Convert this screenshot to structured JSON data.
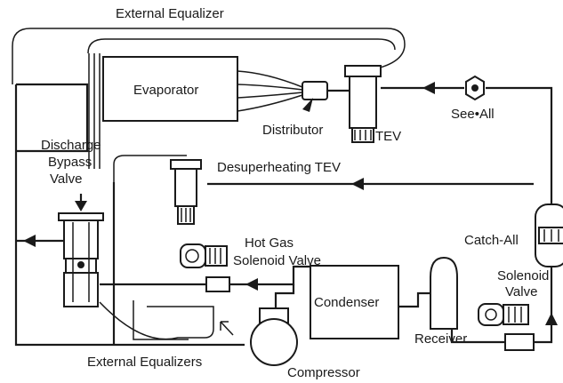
{
  "labels": {
    "external_equalizer": "External Equalizer",
    "evaporator": "Evaporator",
    "distributor": "Distributor",
    "tev": "TEV",
    "see_all": "See•All",
    "discharge": "Discharge",
    "bypass": "Bypass",
    "valve": "Valve",
    "desuperheating_tev": "Desuperheating TEV",
    "catch_all": "Catch-All",
    "hot_gas": "Hot Gas",
    "solenoid_valve": "Solenoid Valve",
    "solenoid": "Solenoid",
    "condenser": "Condenser",
    "receiver": "Receiver",
    "compressor": "Compressor",
    "external_equalizers": "External Equalizers"
  },
  "colors": {
    "ink": "#1a1a1a",
    "paper": "#ffffff"
  }
}
